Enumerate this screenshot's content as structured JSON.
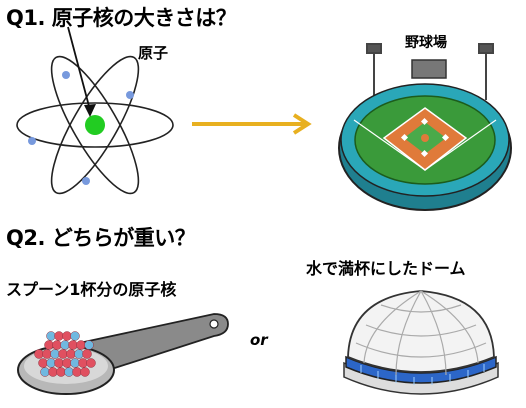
{
  "question1": "Q1. 原子核の大きさは？",
  "atom_label": "原子",
  "stadium_label": "野球場",
  "question2": "Q2. どちらが重い？",
  "spoon_label": "スプーン1杯分の原子核",
  "or_label": "or",
  "dome_label": "水で満杯にしたドーム",
  "colors": {
    "nucleus": "#22cc22",
    "electron": "#7799dd",
    "arrow": "#e8b020",
    "stands": "#2aa7b8",
    "field": "#3a9a3a",
    "infield": "#e07a3a",
    "nucleons_red": "#e05060",
    "nucleons_blue": "#70b8e0",
    "spoon": "#8a8a8a"
  }
}
